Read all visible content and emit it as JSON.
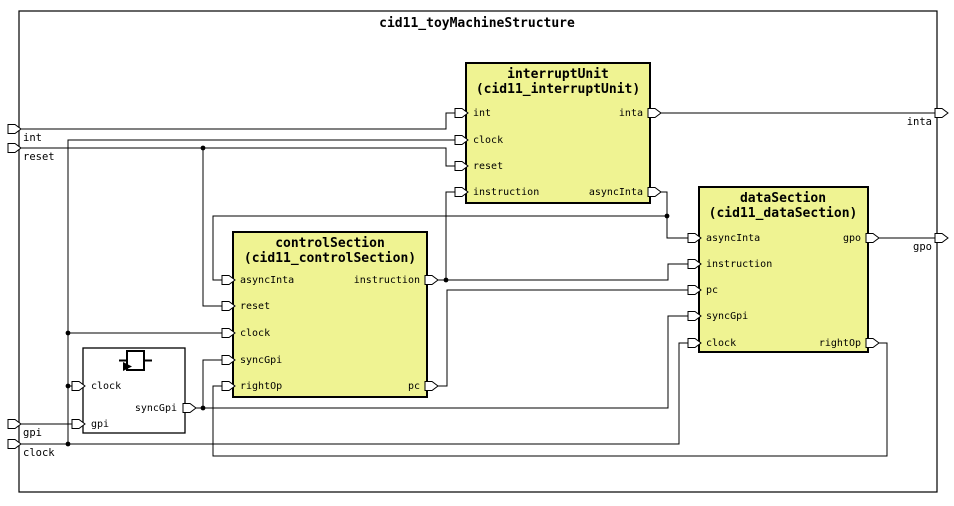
{
  "title": "cid11_toyMachineStructure",
  "colors": {
    "background": "#ffffff",
    "block_fill": "#eff392",
    "line": "#000000"
  },
  "external": {
    "inputs": [
      "int",
      "reset",
      "gpi",
      "clock"
    ],
    "outputs": [
      "inta",
      "gpo"
    ]
  },
  "blocks": [
    {
      "title": "interruptUnit",
      "subtitle": "(cid11_interruptUnit)",
      "inputs": [
        "int",
        "clock",
        "reset",
        "instruction"
      ],
      "outputs": [
        "inta",
        "asyncInta"
      ]
    },
    {
      "title": "controlSection",
      "subtitle": "(cid11_controlSection)",
      "inputs": [
        "asyncInta",
        "reset",
        "clock",
        "syncGpi",
        "rightOp"
      ],
      "outputs": [
        "instruction",
        "pc"
      ]
    },
    {
      "title": "dataSection",
      "subtitle": "(cid11_dataSection)",
      "inputs": [
        "asyncInta",
        "instruction",
        "pc",
        "syncGpi",
        "clock"
      ],
      "outputs": [
        "gpo",
        "rightOp"
      ]
    },
    {
      "title": "",
      "subtitle": "",
      "icon": "register-icon",
      "inputs": [
        "clock",
        "gpi"
      ],
      "outputs": [
        "syncGpi"
      ]
    }
  ]
}
